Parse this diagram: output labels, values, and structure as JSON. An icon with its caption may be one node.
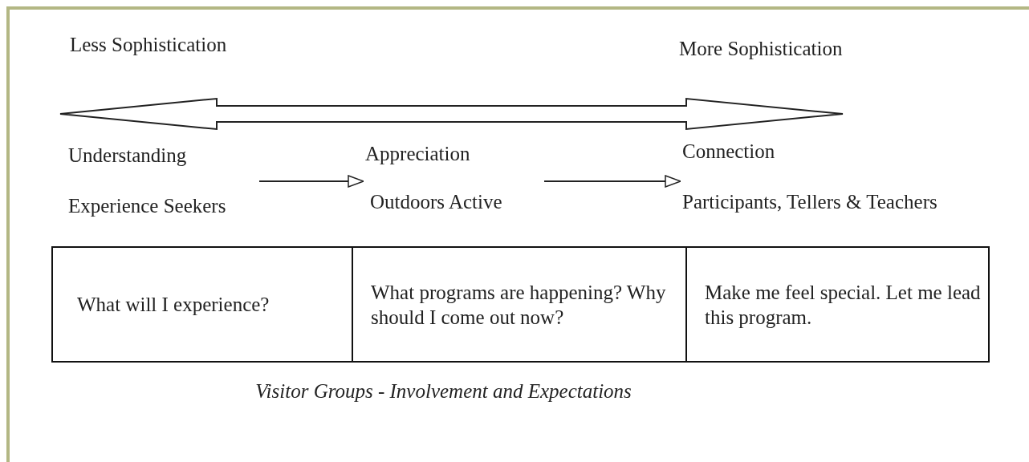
{
  "diagram": {
    "caption": "Visitor Groups - Involvement and Expectations",
    "nodes": [
      {
        "text": [
          "Understanding",
          "Experience Seekers"
        ]
      },
      {
        "text": [
          "Appreciation",
          "Outdoors Active"
        ]
      },
      {
        "text": [
          "Connection",
          "Participants, Tellers & Teachers"
        ]
      }
    ],
    "edges": [
      {
        "from": 0,
        "to": 1,
        "arrow": "to"
      },
      {
        "from": 1,
        "to": 2,
        "arrow": "to"
      }
    ],
    "labels": [
      "Less Sophistication",
      "More Sophistication",
      "What will I experience?",
      "What programs are happening? Why should I come out now?",
      "Make me feel special. Let me lead this program."
    ]
  }
}
